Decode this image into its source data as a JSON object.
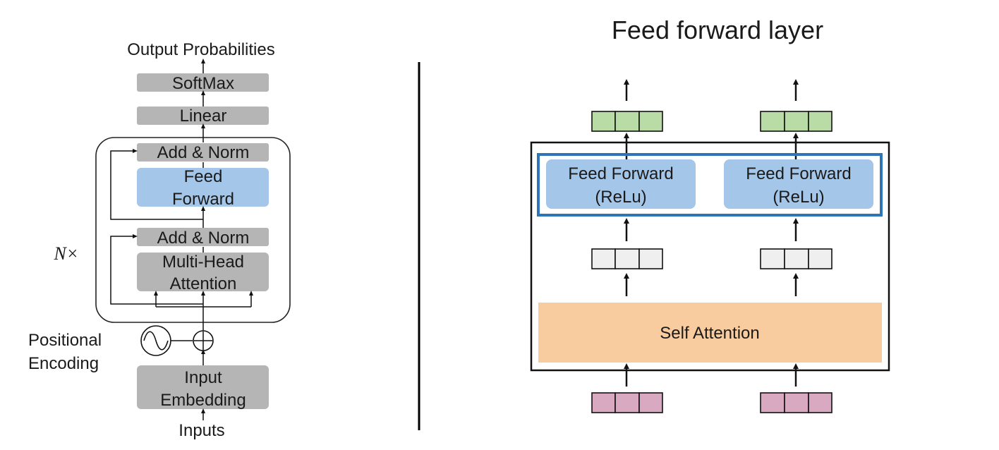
{
  "left_diagram": {
    "output_label": "Output Probabilities",
    "softmax_label": "SoftMax",
    "linear_label": "Linear",
    "add_norm_top_label": "Add & Norm",
    "feed_forward_lines": [
      "Feed",
      "Forward"
    ],
    "add_norm_bottom_label": "Add & Norm",
    "attention_lines": [
      "Multi-Head",
      "Attention"
    ],
    "repeat_label": "N×",
    "positional_encoding_lines": [
      "Positional",
      "Encoding"
    ],
    "embedding_lines": [
      "Input",
      "Embedding"
    ],
    "inputs_label": "Inputs"
  },
  "right_diagram": {
    "title": "Feed forward layer",
    "feed_forward_lines": [
      "Feed Forward",
      "(ReLu)"
    ],
    "self_attention_label": "Self Attention",
    "columns": 2,
    "cells_per_vector": 3
  },
  "colors": {
    "gray_block": "#b5b5b5",
    "feed_forward_blue": "#a4c6e8",
    "highlight_border": "#2e75b6",
    "output_vector": "#b9dba6",
    "hidden_vector": "#efefef",
    "input_vector": "#d8a9c1",
    "self_attention": "#f8cc9f",
    "line": "#111111"
  }
}
